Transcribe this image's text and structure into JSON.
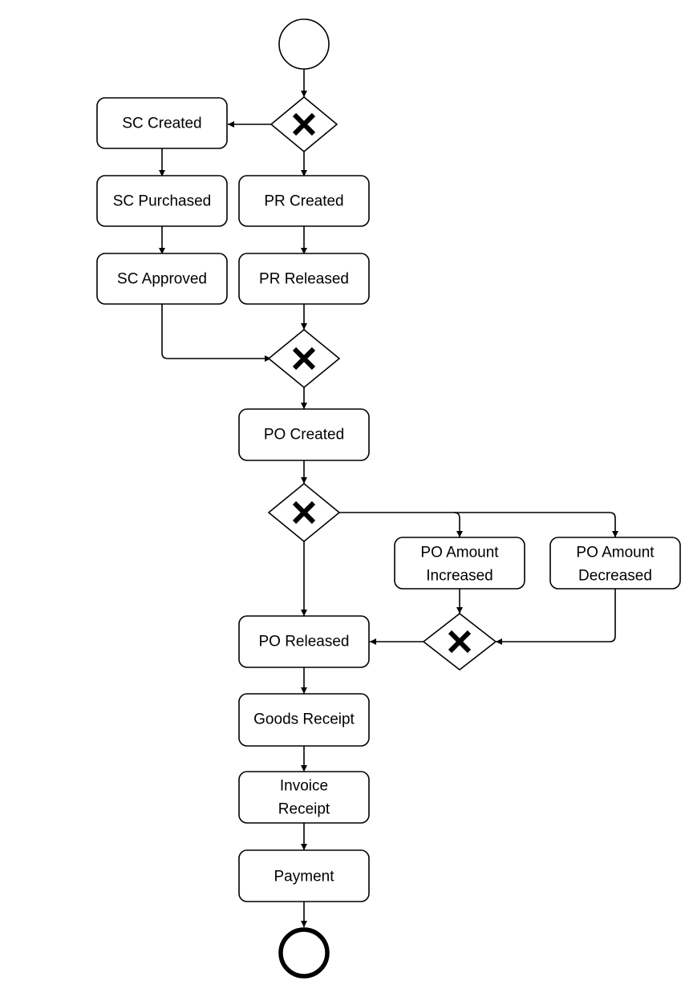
{
  "tasks": {
    "sc_created": "SC Created",
    "sc_purchased": "SC Purchased",
    "sc_approved": "SC Approved",
    "pr_created": "PR Created",
    "pr_released": "PR Released",
    "po_created": "PO Created",
    "po_amount_increased": [
      "PO Amount",
      "Increased"
    ],
    "po_amount_decreased": [
      "PO Amount",
      "Decreased"
    ],
    "po_released": "PO Released",
    "goods_receipt": "Goods Receipt",
    "invoice_receipt": [
      "Invoice",
      "Receipt"
    ],
    "payment": "Payment"
  },
  "colors": {
    "stroke": "#000000",
    "fill": "#ffffff"
  },
  "icons": {
    "start": "start-event-circle",
    "end": "end-event-circle",
    "gateway": "exclusive-gateway-x"
  }
}
